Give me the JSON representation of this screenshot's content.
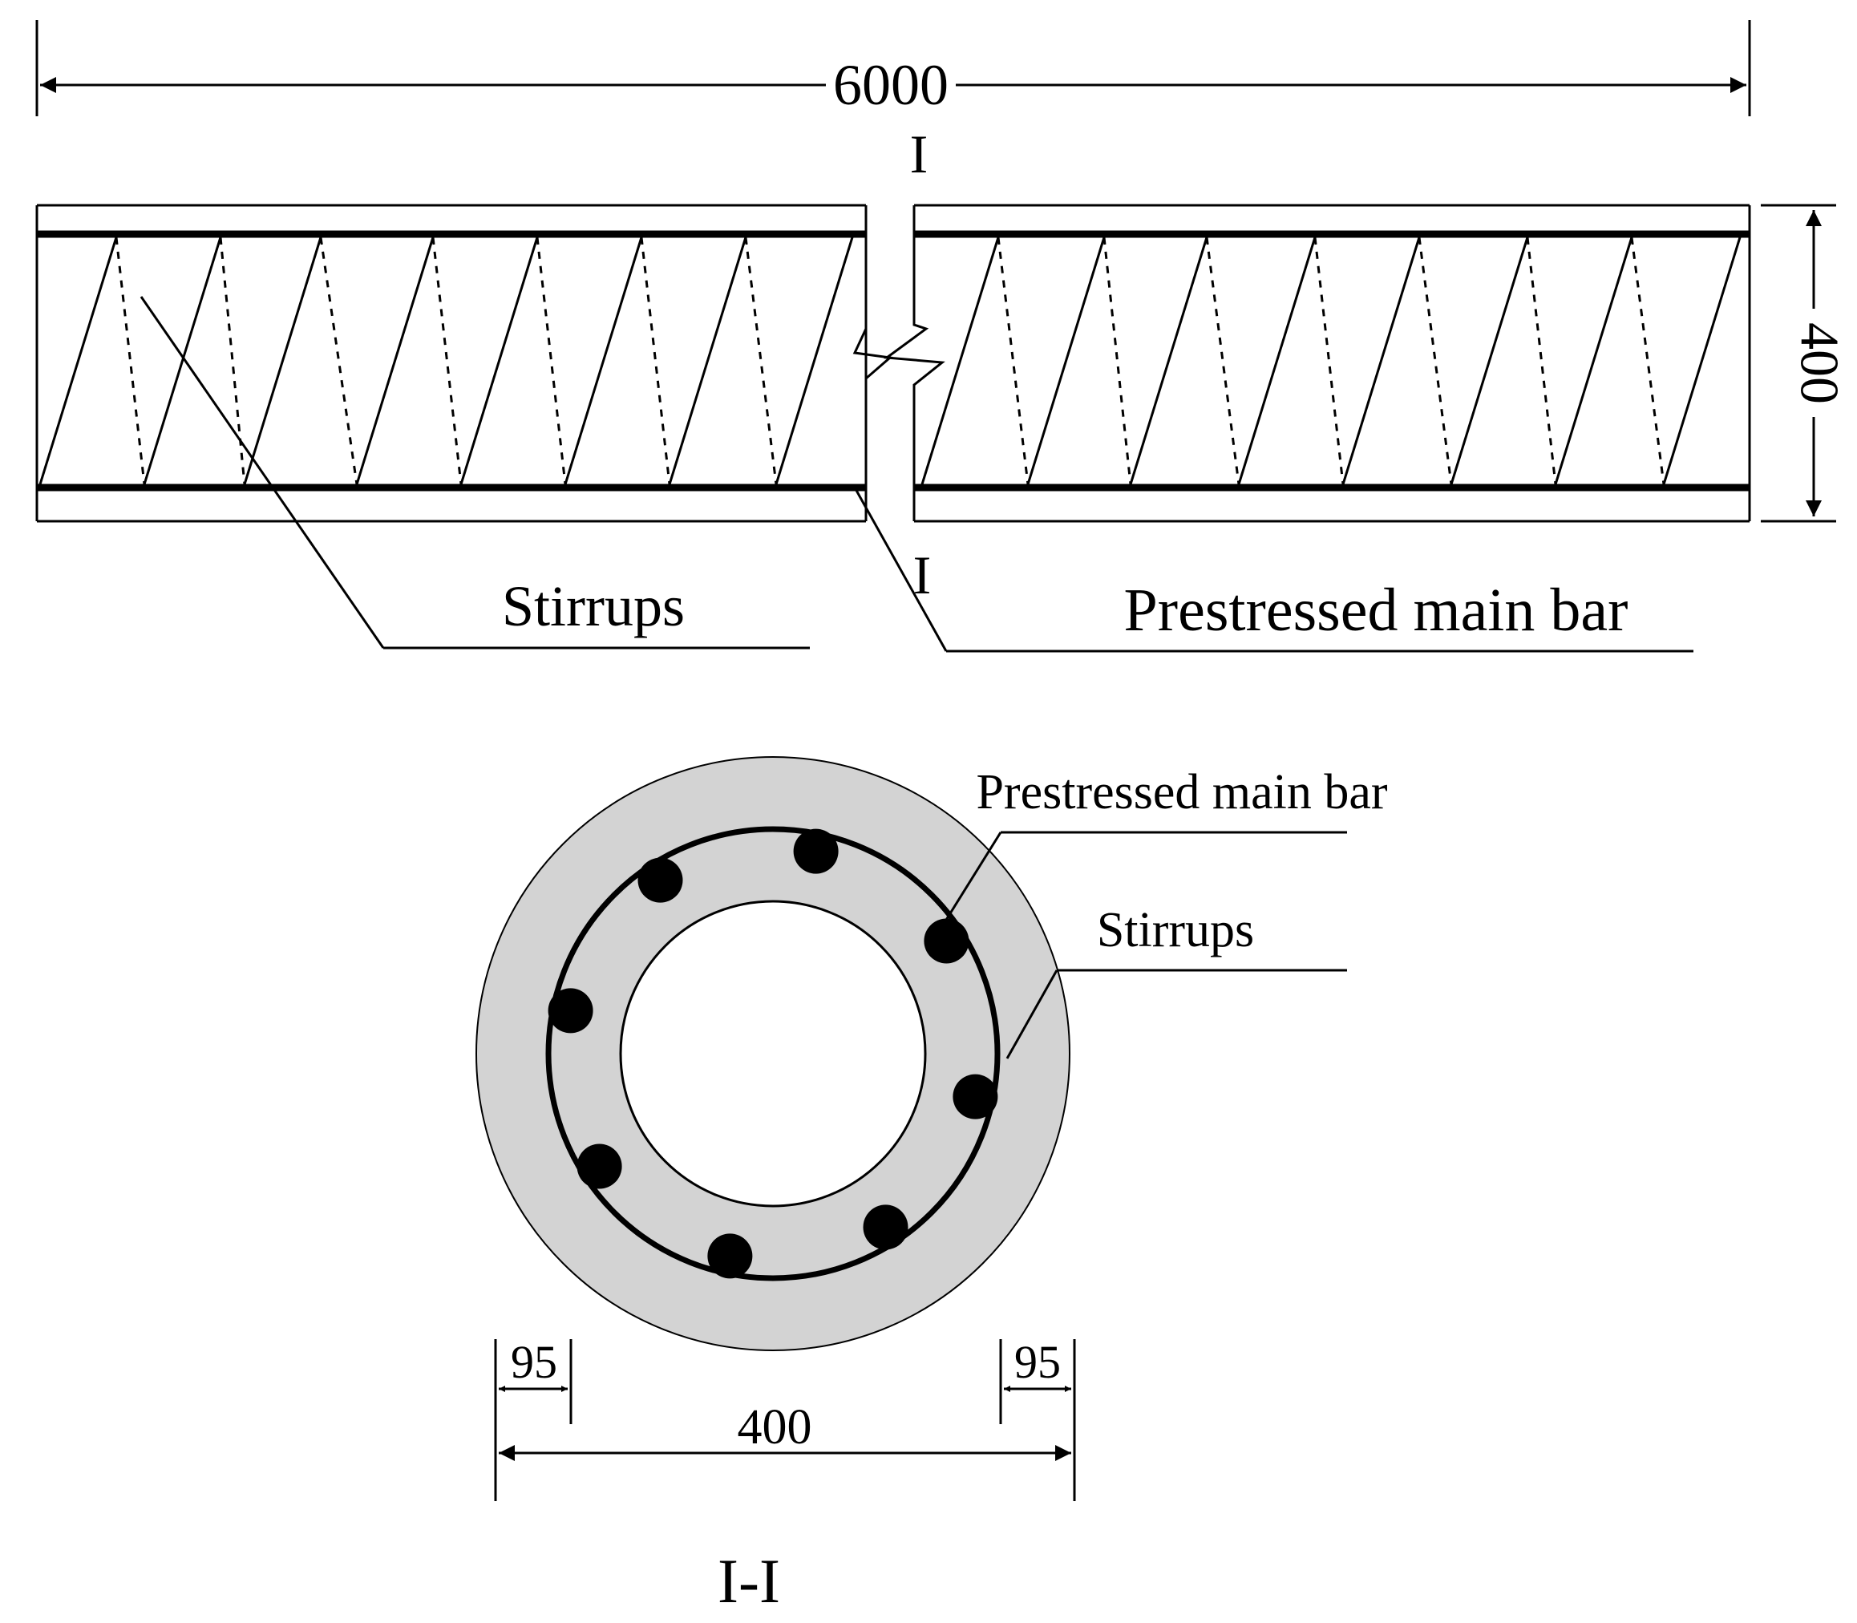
{
  "elevation": {
    "length_label": "6000",
    "height_label": "400",
    "section_mark_top": "I",
    "section_mark_bottom": "I",
    "stirrups_label": "Stirrups",
    "main_bar_label": "Prestressed main bar"
  },
  "section": {
    "main_bar_label": "Prestressed main bar",
    "stirrups_label": "Stirrups",
    "diameter_label": "400",
    "wall_left_label": "95",
    "wall_right_label": "95",
    "title": "I-I",
    "main_bar_count": 8
  },
  "colors": {
    "concrete": "#d3d3d3",
    "line": "#000000",
    "background": "#ffffff"
  }
}
